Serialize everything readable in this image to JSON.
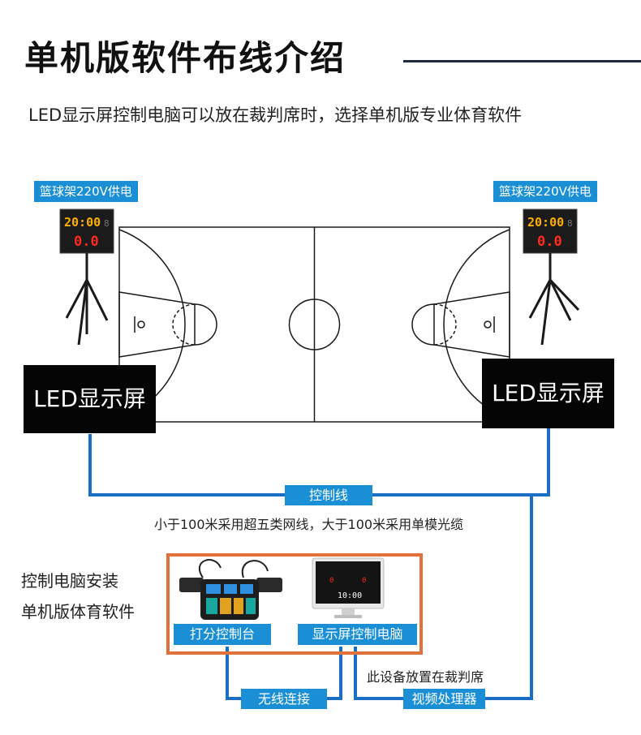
{
  "header": {
    "title": "单机版软件布线介绍",
    "subtitle": "LED显示屏控制电脑可以放在裁判席时，选择单机版专业体育软件"
  },
  "left_scoreboard": {
    "power_label": "篮球架220V供电",
    "time": "20:00",
    "small_digit": "8",
    "shot_clock": "0.0",
    "led_label": "LED显示屏"
  },
  "right_scoreboard": {
    "power_label": "篮球架220V供电",
    "time": "20:00",
    "small_digit": "8",
    "shot_clock": "0.0",
    "led_label": "LED显示屏"
  },
  "wiring": {
    "control_line_label": "控制线",
    "cable_note": "小于100米采用超五类网线，大于100米采用单模光缆",
    "wireless_label": "无线连接",
    "video_processor_label": "视频处理器",
    "placement_note": "此设备放置在裁判席"
  },
  "control_pc_note": {
    "line1": "控制电脑安装",
    "line2": "单机版体育软件"
  },
  "devices": {
    "console_label": "打分控制台",
    "computer_label": "显示屏控制电脑",
    "monitor_time": "10:00",
    "monitor_score_left": "0",
    "monitor_score_right": "0"
  },
  "colors": {
    "accent_blue": "#1a8fd6",
    "frame_orange": "#e2703a",
    "led_red": "#ff2a1a",
    "led_amber": "#ffb000"
  }
}
